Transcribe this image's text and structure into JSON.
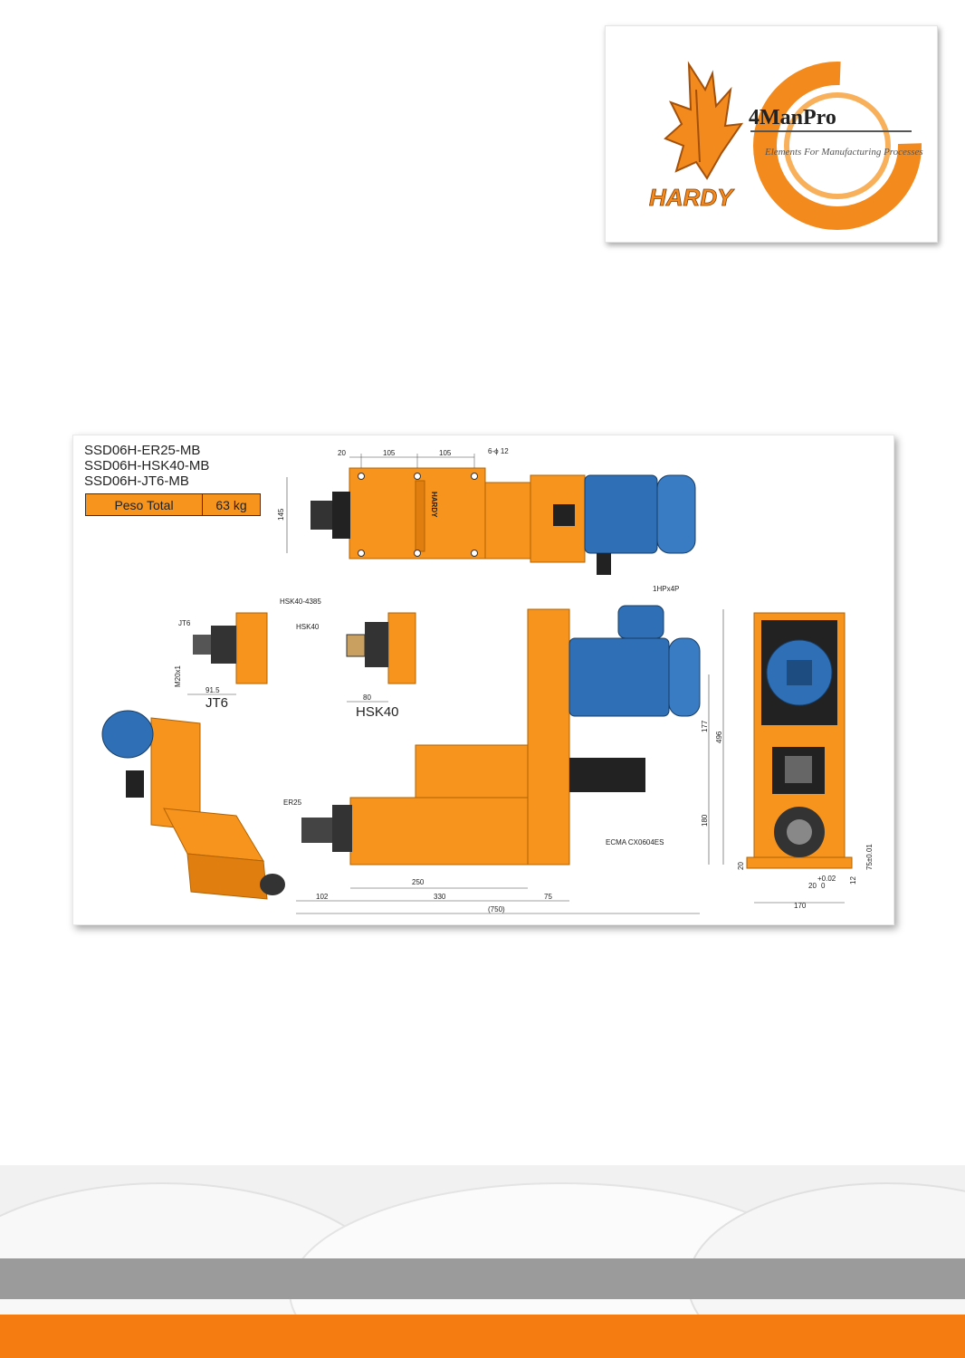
{
  "logos": {
    "hardy_wordmark": "HARDY",
    "manpro_wordmark": "4ManPro",
    "manpro_tagline": "Elements For Manufacturing Processes"
  },
  "sheet": {
    "models": [
      "SSD06H-ER25-MB",
      "SSD06H-HSK40-MB",
      "SSD06H-JT6-MB"
    ],
    "weight_label": "Peso Total",
    "weight_value": "63 kg",
    "callouts": {
      "holes": "6-ϕ 12",
      "motor": "1HPx4P",
      "hsk_code": "HSK40-4385",
      "hsk": "HSK40",
      "jt": "JT6",
      "m20": "M20x1",
      "er": "ER25",
      "servo": "ECMA CX0604ES",
      "jt_title": "JT6",
      "hsk_title": "HSK40",
      "body_brand": "HARDY"
    },
    "dims": {
      "top_20": "20",
      "top_105a": "105",
      "top_105b": "105",
      "h_145": "145",
      "jt_915": "91.5",
      "hsk_80": "80",
      "d_250": "250",
      "d_102": "102",
      "d_330": "330",
      "d_75": "75",
      "d_750": "(750)",
      "v_177": "177",
      "v_496": "496",
      "v_180": "180",
      "v_20": "20",
      "e_170": "170",
      "e_20": "20",
      "e_tol": "+0.02",
      "e_tol0": "0",
      "e_12": "12",
      "e_75": "75±0.01"
    }
  },
  "colors": {
    "orange": "#f7941d",
    "blue": "#2f6fb5",
    "grey_band": "#9b9b9b",
    "orange_band": "#f57c10"
  }
}
